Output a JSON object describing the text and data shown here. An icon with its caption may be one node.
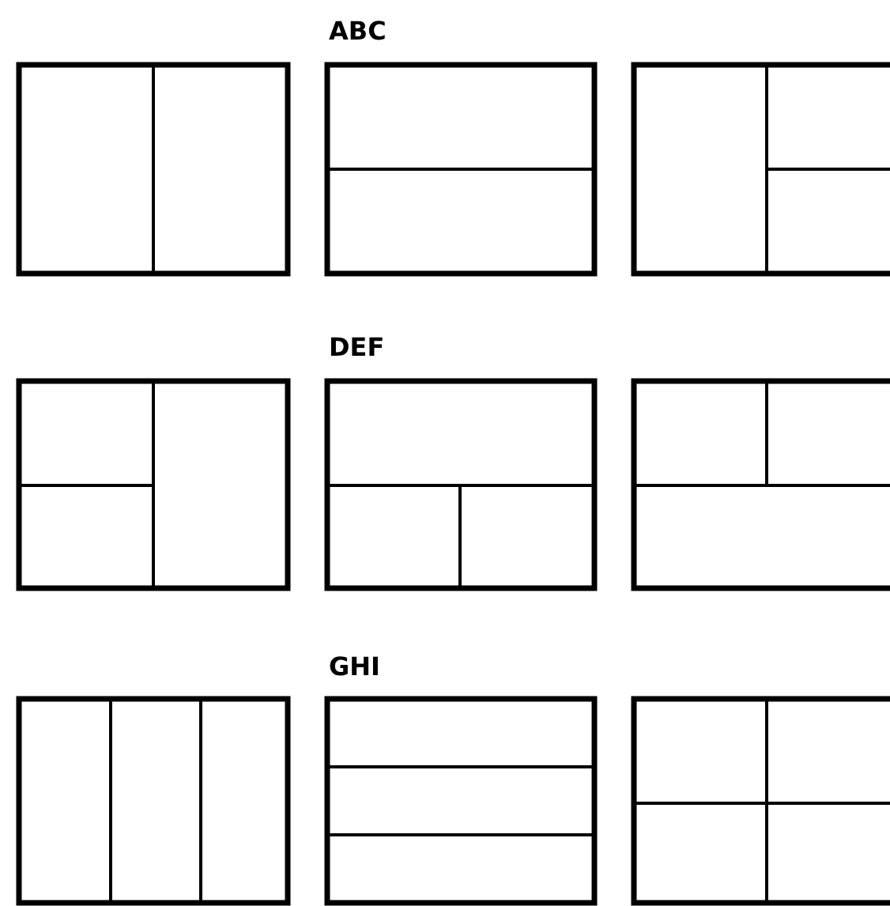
{
  "diagram": {
    "labels": [
      "ABC",
      "DEF",
      "GHI"
    ]
  }
}
